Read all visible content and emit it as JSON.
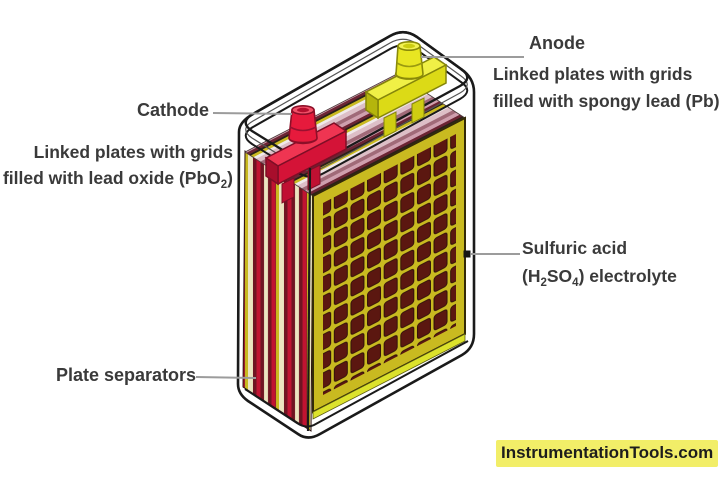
{
  "diagram": {
    "labels": {
      "anode": "Anode",
      "anode_desc_line1": "Linked plates with grids",
      "anode_desc_line2": "filled with spongy lead (Pb)",
      "cathode": "Cathode",
      "cathode_desc_line1": "Linked plates with grids",
      "cathode_desc_line2_pre": "filled with lead oxide (PbO",
      "cathode_desc_line2_sub": "2",
      "cathode_desc_line2_post": ")",
      "electrolyte_line1": "Sulfuric acid",
      "electrolyte_line2_pre": "(H",
      "electrolyte_line2_sub1": "2",
      "electrolyte_line2_mid": "SO",
      "electrolyte_line2_sub2": "4",
      "electrolyte_line2_post": ") electrolyte",
      "plate_separators": "Plate separators"
    },
    "watermark": "InstrumentationTools.com"
  },
  "colors": {
    "background": "#ffffff",
    "outline": "#1a1a1a",
    "leader": "#9c9c9c",
    "label_text": "#3a3a3a",
    "cathode_red": "#e61a3c",
    "cathode_red_dark": "#b50f2e",
    "anode_yellow": "#e8e622",
    "anode_yellow_dark": "#b5b50c",
    "plate_yellow": "#c9ba20",
    "grid_square": "#5b1710",
    "stripe_maroon": "#701422",
    "stripe_crimson": "#c11331",
    "stripe_cream": "#ece4c0",
    "band_pink": "#ddbfc7",
    "watermark_bg": "#f2ee68",
    "watermark_text": "#1d1d1d"
  }
}
